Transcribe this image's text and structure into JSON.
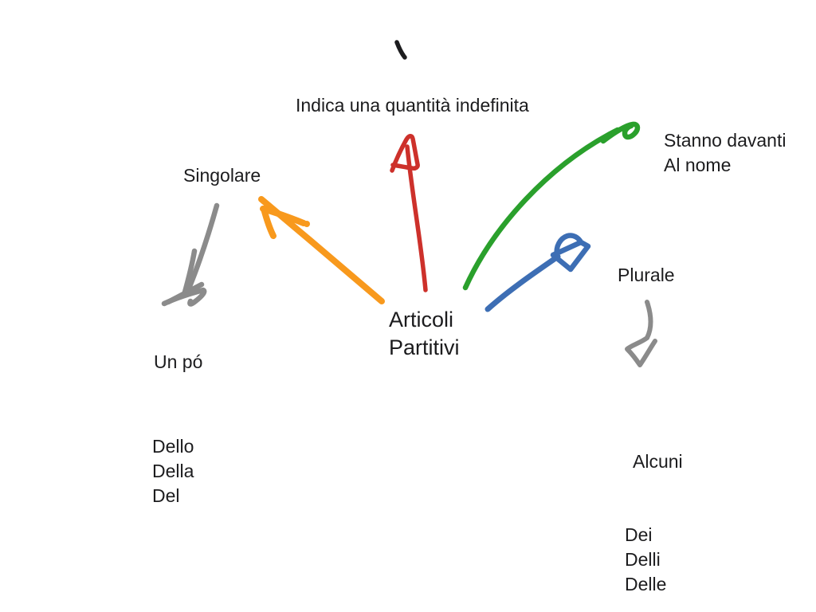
{
  "palette": {
    "background": "#ffffff",
    "ink": "#1c1c1e",
    "red": "#cd312b",
    "orange": "#f8991d",
    "green": "#2aa02c",
    "blue": "#3d6eb4",
    "gray": "#8b8b8b"
  },
  "center": {
    "lines": [
      "Articoli",
      "Partitivi"
    ]
  },
  "labels": {
    "definition": "Indica una quantità indefinita",
    "singular": "Singolare",
    "position_note": [
      "Stanno davanti",
      "Al nome"
    ],
    "plural": "Plurale",
    "un_po": "Un pó",
    "singular_articles": [
      "Dello",
      "Della",
      "Del"
    ],
    "alcuni": "Alcuni",
    "plural_articles": [
      "Dei",
      "Delli",
      "Delle"
    ]
  },
  "edges": [
    {
      "from": "Articoli Partitivi",
      "to": "Indica una quantità indefinita",
      "color": "red"
    },
    {
      "from": "Articoli Partitivi",
      "to": "Singolare",
      "color": "orange"
    },
    {
      "from": "Articoli Partitivi",
      "to": "Stanno davanti Al nome",
      "color": "green"
    },
    {
      "from": "Articoli Partitivi",
      "to": "Plurale",
      "color": "blue"
    },
    {
      "from": "Singolare",
      "to": "Un pó",
      "color": "gray"
    },
    {
      "from": "Plurale",
      "to": "Alcuni",
      "color": "gray"
    }
  ]
}
